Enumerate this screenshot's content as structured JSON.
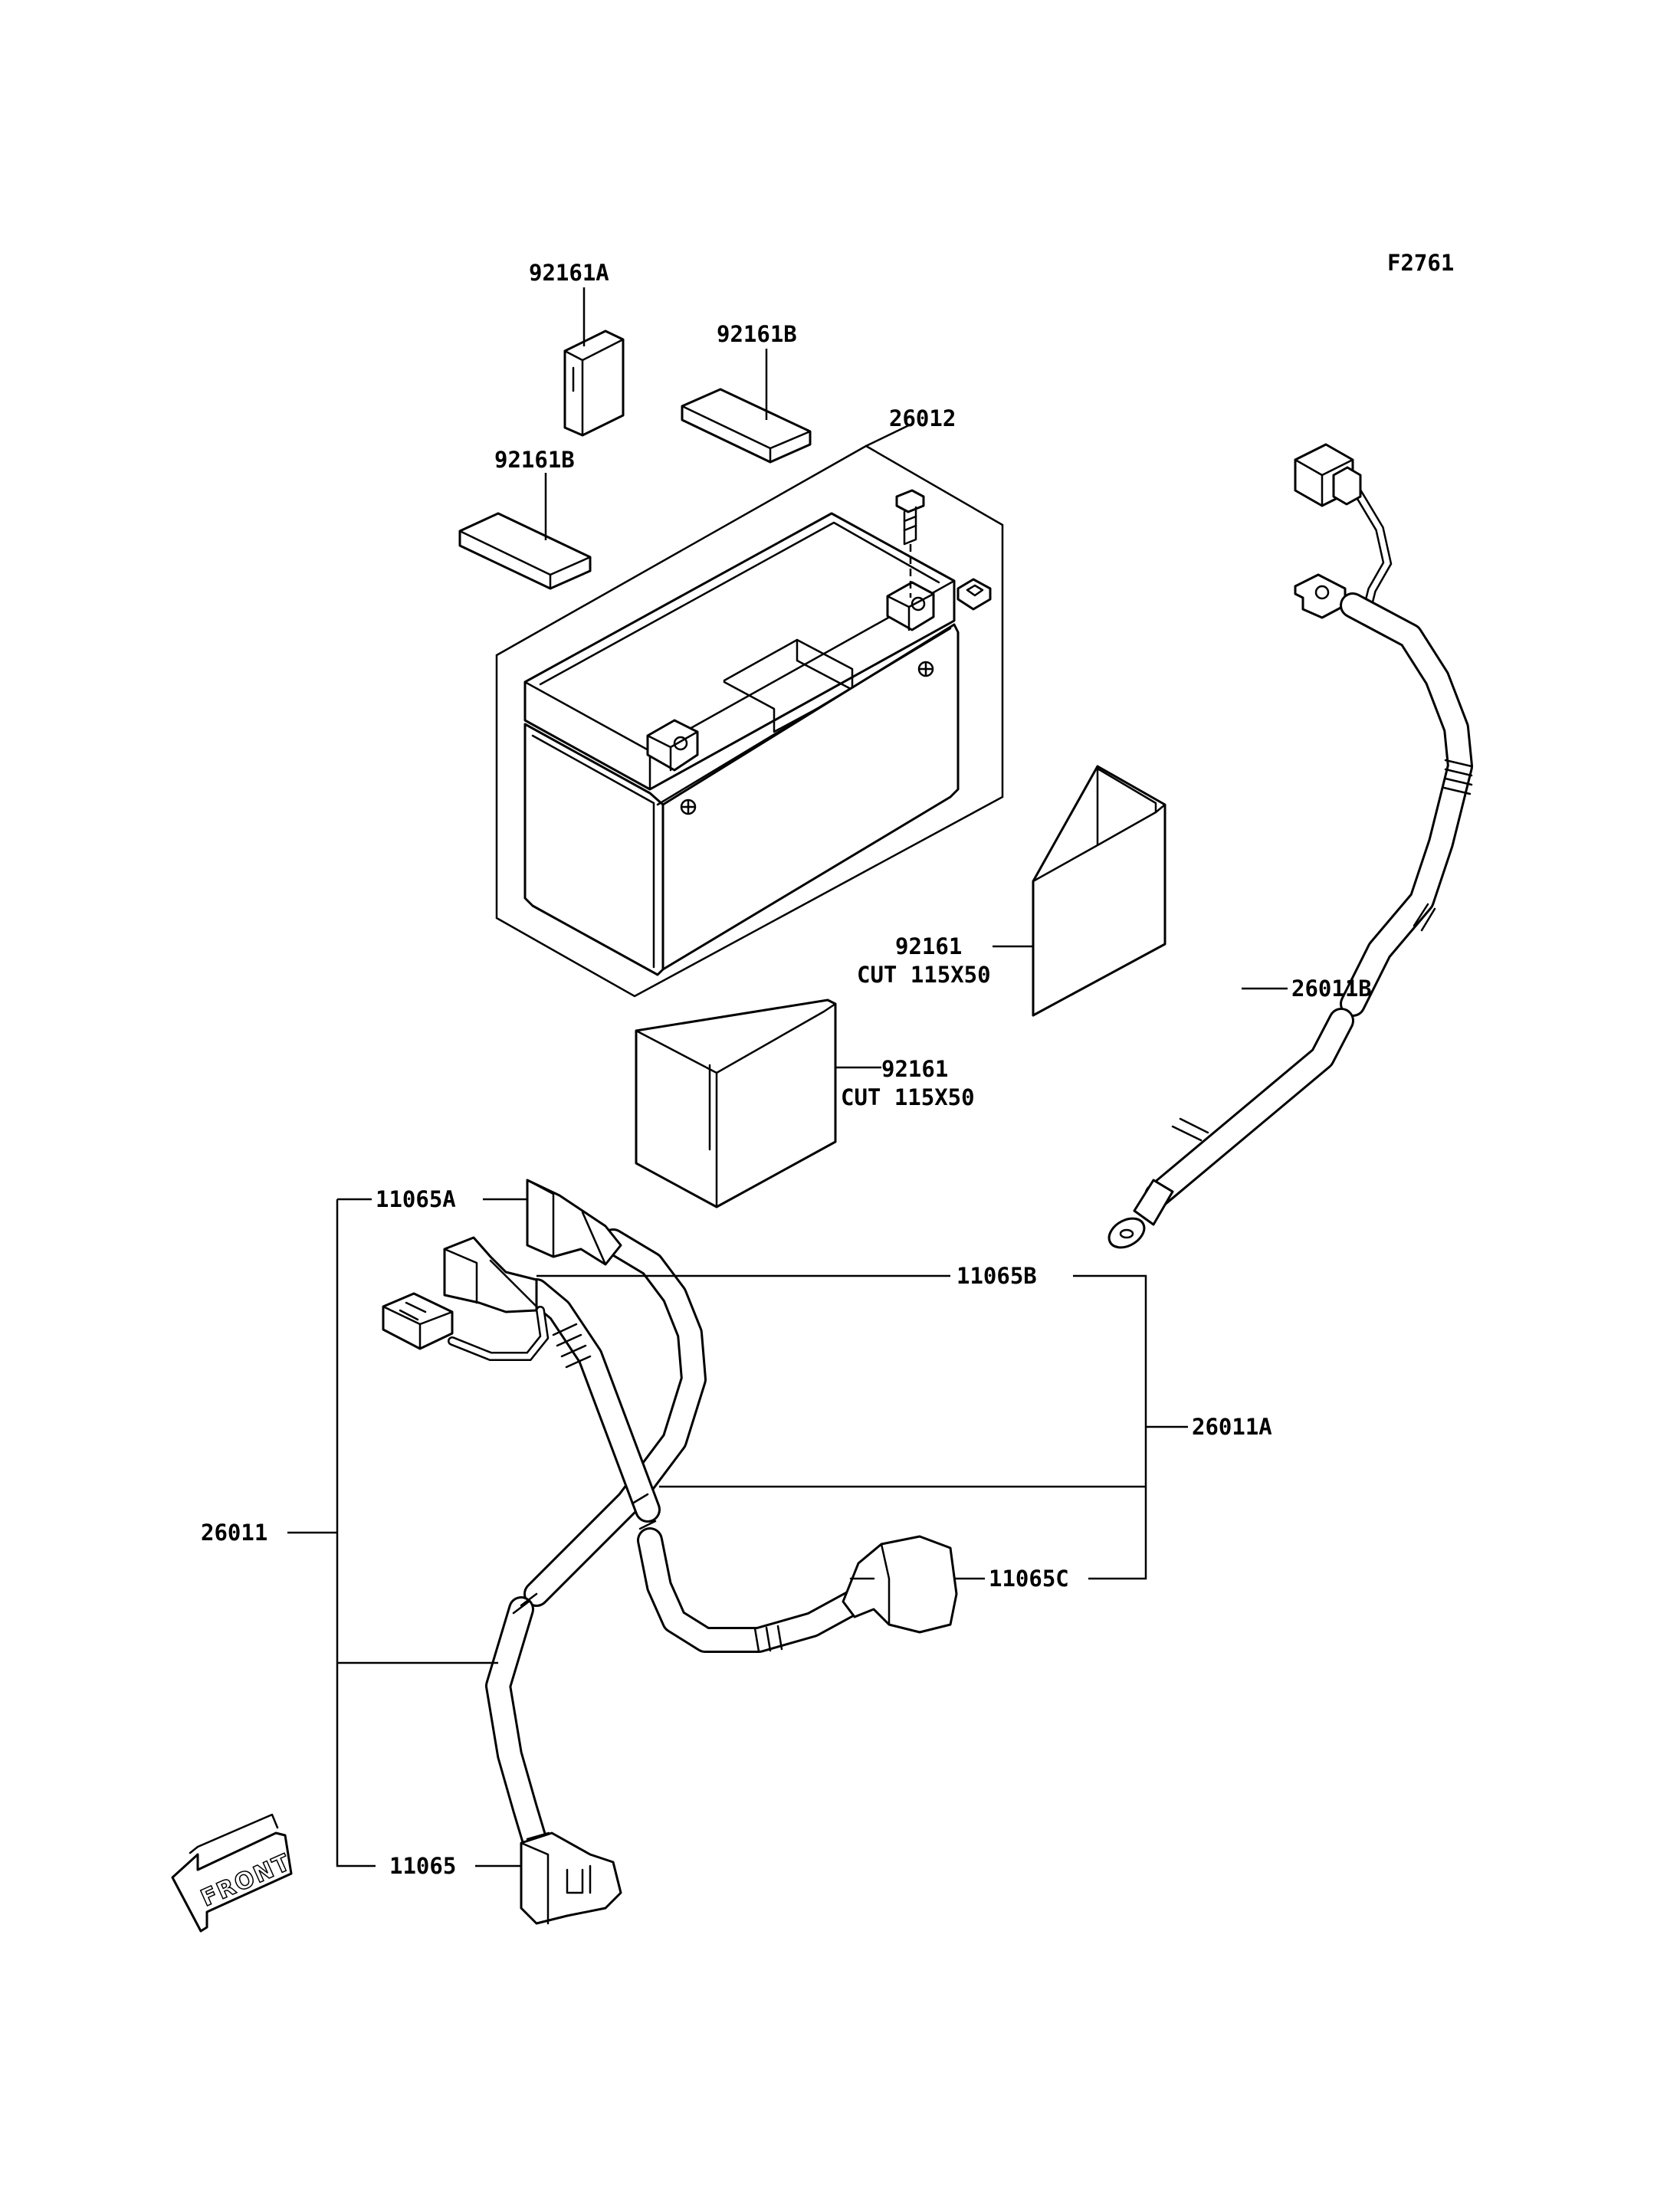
{
  "figure_code": "F2761",
  "labels": {
    "p92161A": "92161A",
    "p92161B_top": "92161B",
    "p92161B_left": "92161B",
    "p26012": "26012",
    "p92161_right": "92161",
    "p92161_right_cut": "CUT 115X50",
    "p92161_left": "92161",
    "p92161_left_cut": "CUT 115X50",
    "p26011B": "26011B",
    "p11065A": "11065A",
    "p11065B": "11065B",
    "p26011A": "26011A",
    "p26011": "26011",
    "p11065C": "11065C",
    "p11065": "11065"
  },
  "front_arrow": "FRONT"
}
